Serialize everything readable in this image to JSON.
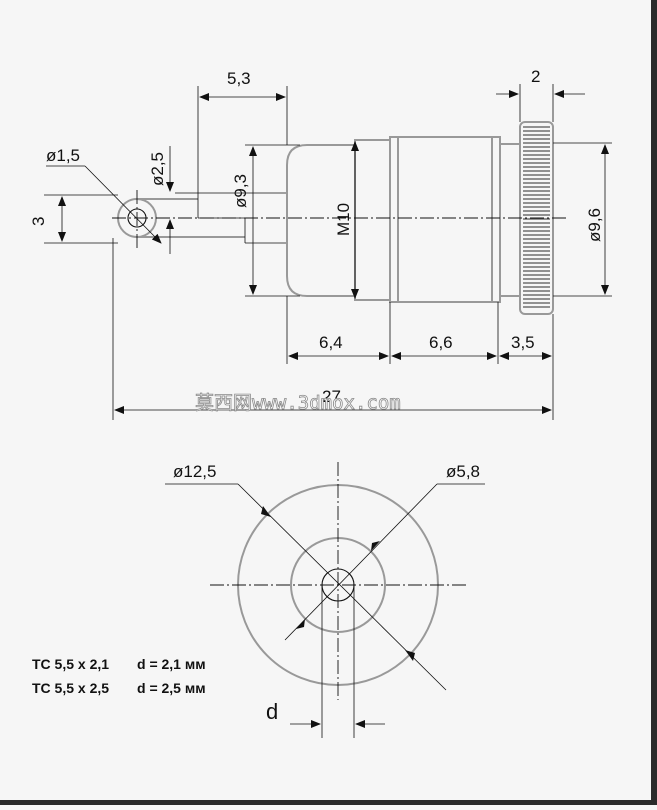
{
  "dimensions": {
    "len_5_3": "5,3",
    "len_2": "2",
    "dia_1_5": "ø1,5",
    "dia_2_5": "ø2,5",
    "dia_9_3": "ø9,3",
    "thread_m10": "M10",
    "dia_9_6": "ø9,6",
    "height_3": "3",
    "len_6_4": "6,4",
    "len_6_6": "6,6",
    "len_3_5": "3,5",
    "len_27": "27",
    "dia_12_5": "ø12,5",
    "dia_5_8": "ø5,8",
    "d_label": "d"
  },
  "notes": [
    {
      "model": "TC 5,5 x 2,1",
      "value": "d = 2,1 мм"
    },
    {
      "model": "TC 5,5 x 2,5",
      "value": "d = 2,5 мм"
    }
  ],
  "watermark": "莫西网www.3dmox.com"
}
